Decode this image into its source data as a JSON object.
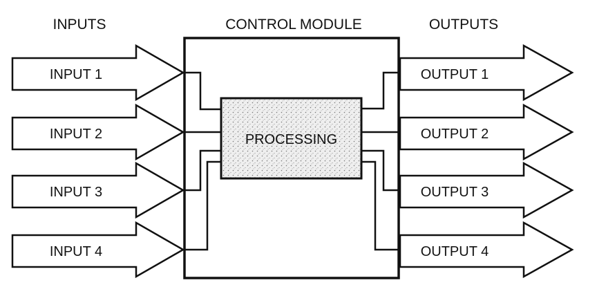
{
  "headers": {
    "inputs": "INPUTS",
    "control_module": "CONTROL MODULE",
    "outputs": "OUTPUTS"
  },
  "processing_label": "PROCESSING",
  "inputs": [
    "INPUT 1",
    "INPUT 2",
    "INPUT 3",
    "INPUT 4"
  ],
  "outputs": [
    "OUTPUT 1",
    "OUTPUT 2",
    "OUTPUT 3",
    "OUTPUT 4"
  ]
}
